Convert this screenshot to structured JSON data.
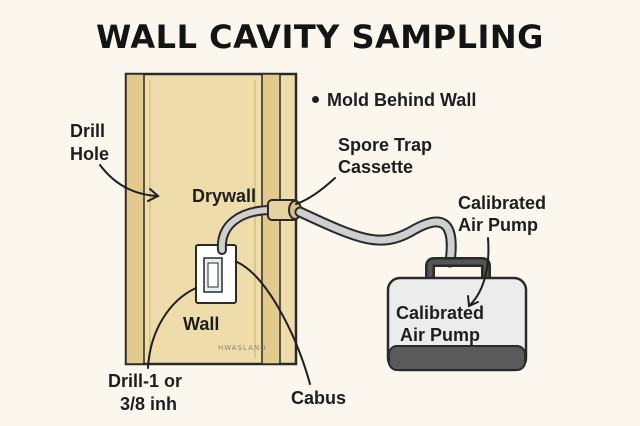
{
  "title": "WALL CAVITY SAMPLING",
  "bullet": "Mold Behind Wall",
  "labels": {
    "drill_hole_line1": "Drill",
    "drill_hole_line2": "Hole",
    "drywall": "Drywall",
    "spore_trap_line1": "Spore Trap",
    "spore_trap_line2": "Cassette",
    "pump_top_line1": "Calibrated",
    "pump_top_line2": "Air Pump",
    "pump_body_line1": "Calibrated",
    "pump_body_line2": "Air Pump",
    "wall": "Wall",
    "drill_size_line1": "Drill-1 or",
    "drill_size_line2": "3/8 inh",
    "cabus": "Cabus"
  },
  "watermark": "HWASLAND",
  "colors": {
    "drywall": "#eedcaa",
    "stud": "#e2c98c",
    "outline": "#2a2a2a",
    "tube": "#c9c9c9",
    "pump_body": "#ececec",
    "pump_base": "#5a5a5a"
  }
}
